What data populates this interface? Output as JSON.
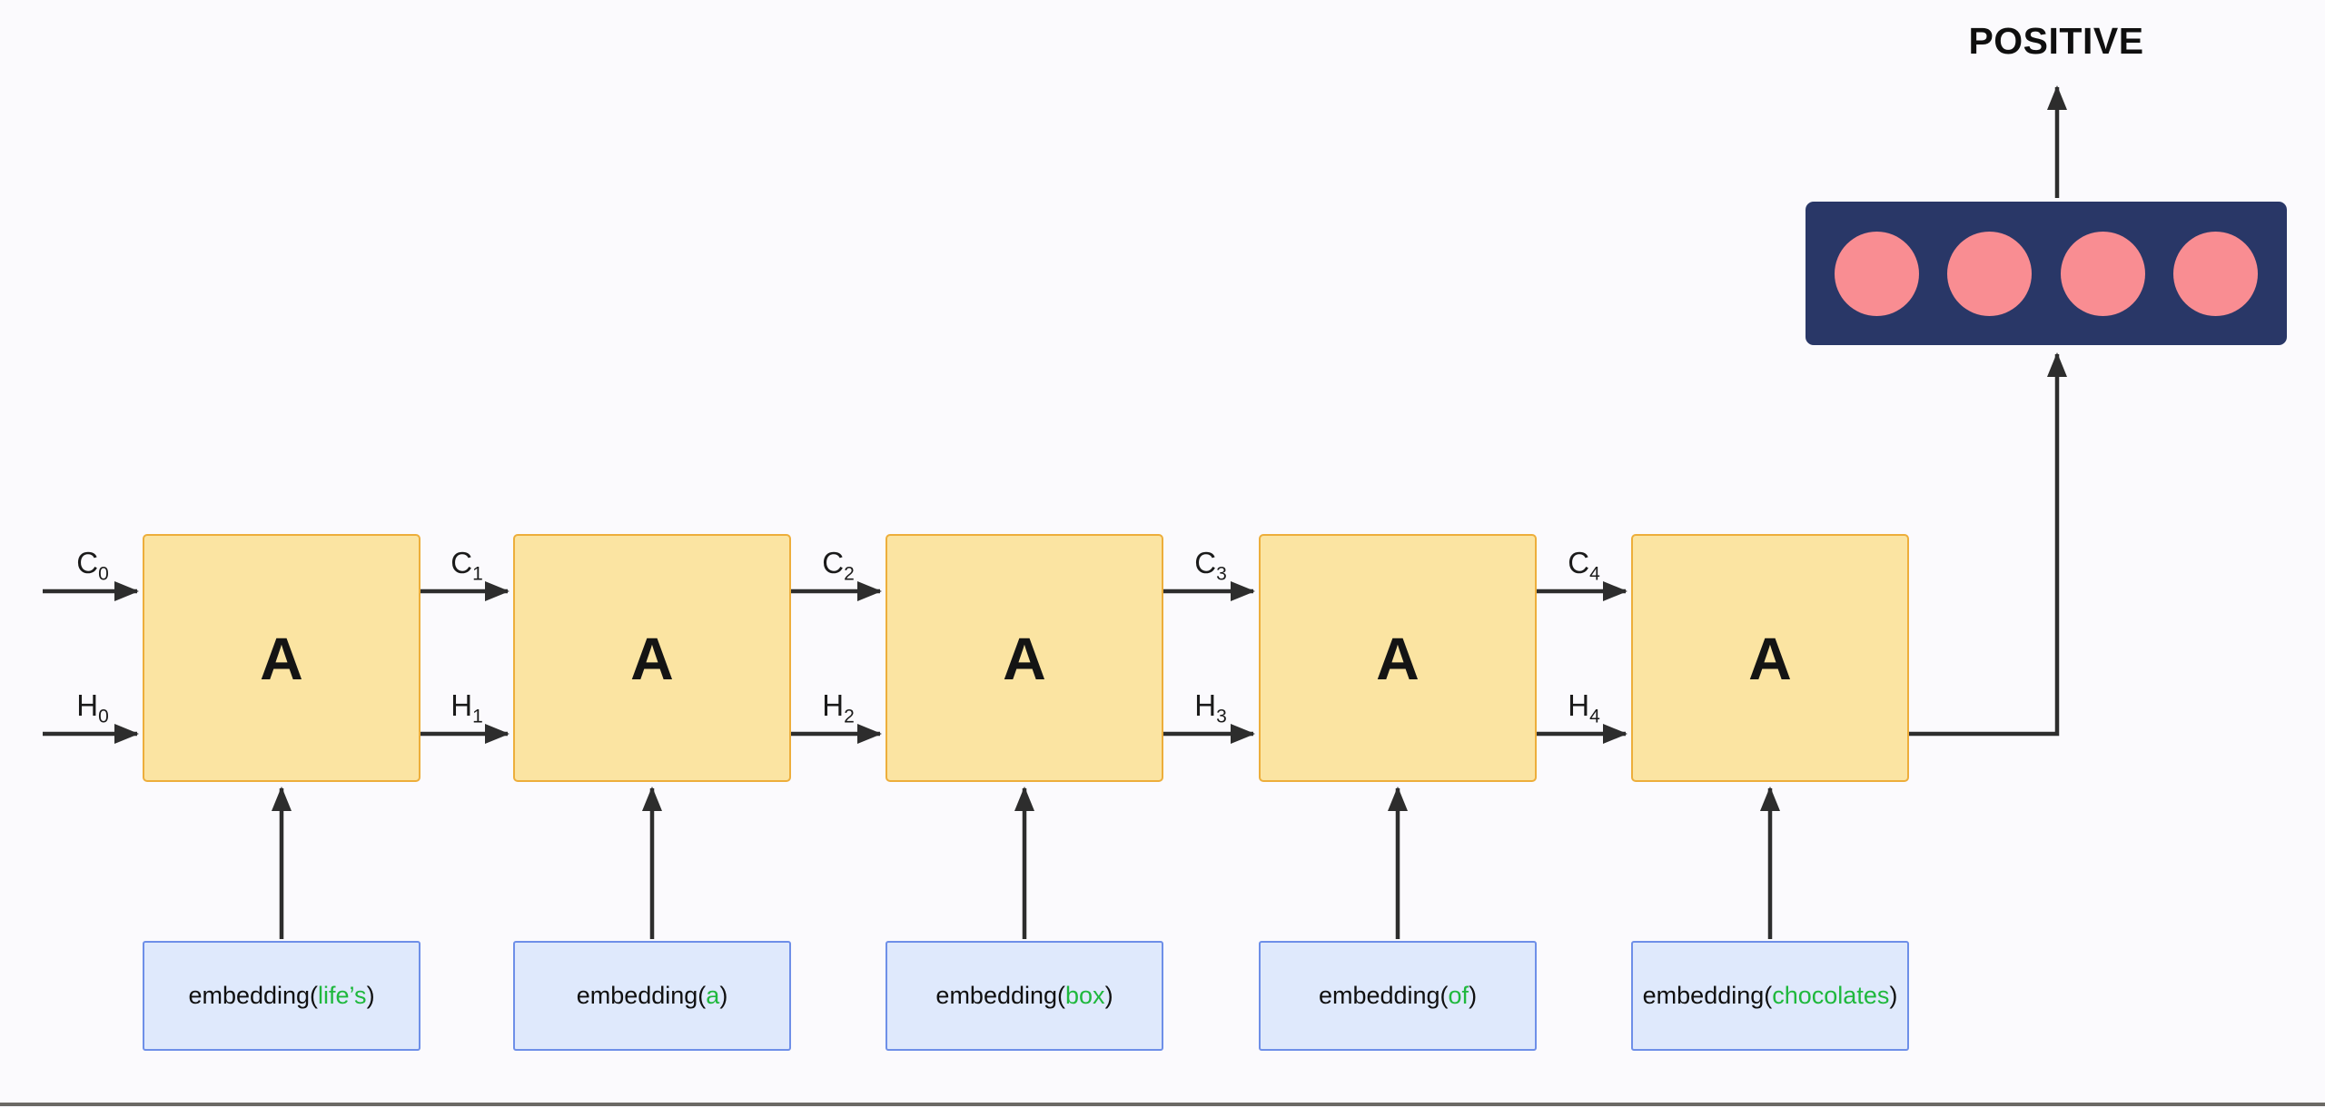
{
  "diagram": {
    "type": "unrolled-rnn-sentiment",
    "output_label": "POSITIVE",
    "cells": [
      {
        "label": "A"
      },
      {
        "label": "A"
      },
      {
        "label": "A"
      },
      {
        "label": "A"
      },
      {
        "label": "A"
      }
    ],
    "state_labels": [
      {
        "c_base": "C",
        "c_sub": "0",
        "h_base": "H",
        "h_sub": "0"
      },
      {
        "c_base": "C",
        "c_sub": "1",
        "h_base": "H",
        "h_sub": "1"
      },
      {
        "c_base": "C",
        "c_sub": "2",
        "h_base": "H",
        "h_sub": "2"
      },
      {
        "c_base": "C",
        "c_sub": "3",
        "h_base": "H",
        "h_sub": "3"
      },
      {
        "c_base": "C",
        "c_sub": "4",
        "h_base": "H",
        "h_sub": "4"
      }
    ],
    "embeddings": [
      {
        "prefix": "embedding(",
        "word": "life’s",
        "suffix": ")"
      },
      {
        "prefix": "embedding(",
        "word": "a",
        "suffix": ")"
      },
      {
        "prefix": "embedding(",
        "word": "box",
        "suffix": ")"
      },
      {
        "prefix": "embedding(",
        "word": "of",
        "suffix": ")"
      },
      {
        "prefix": "embedding(",
        "word": "chocolates",
        "suffix": ")"
      }
    ],
    "dense_layer": {
      "neuron_count": 4
    },
    "colors": {
      "background": "#fbfafd",
      "cell_fill": "#fbe4a2",
      "cell_border": "#edae3b",
      "embed_fill": "#dfe9fc",
      "embed_border": "#6e8fe8",
      "dense_fill": "#293767",
      "neuron_fill": "#f98d92",
      "word_green": "#1fb83d",
      "arrow": "#2d2d2d",
      "bottom_bar": "#6b6965"
    }
  }
}
